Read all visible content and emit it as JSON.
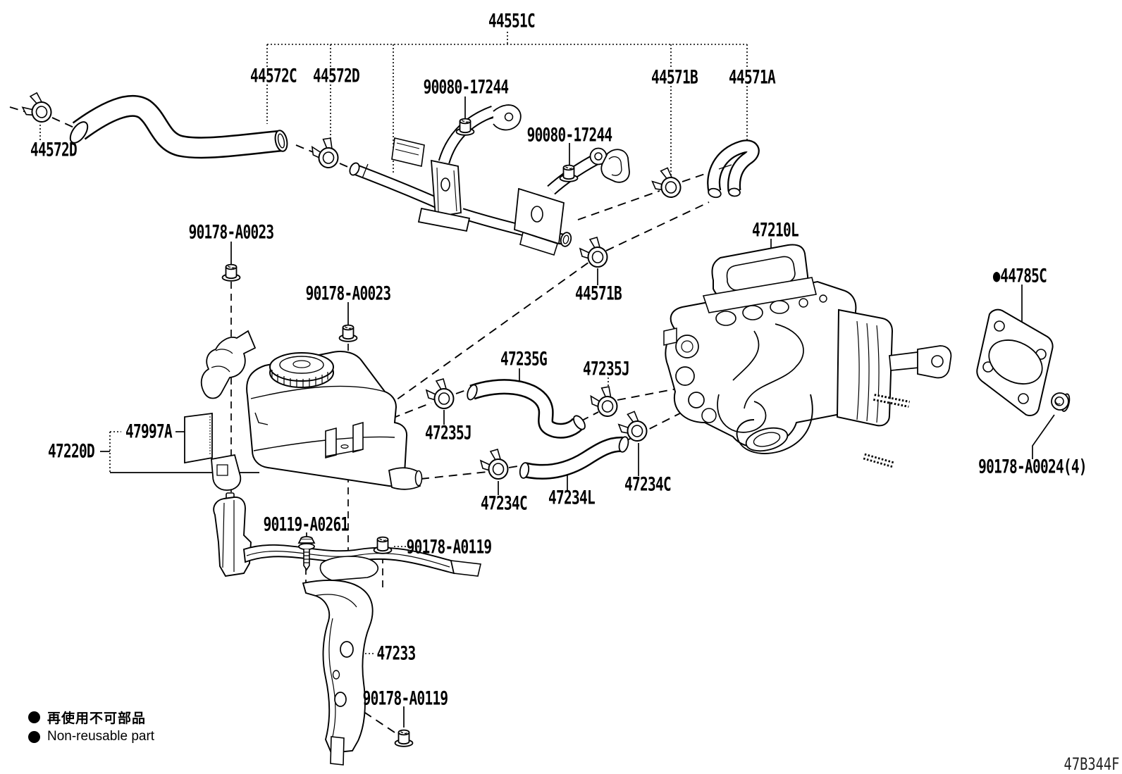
{
  "figure": {
    "code": "47B344F"
  },
  "icons": {
    "non_reusable_bullet": "●"
  },
  "legend": {
    "jp": "再使用不可部品",
    "en": "Non-reusable part"
  },
  "parts": {
    "p44551C": "44551C",
    "p44572C": "44572C",
    "p44572D_top": "44572D",
    "p44572D_left": "44572D",
    "p90080_17244_a": "90080-17244",
    "p90080_17244_b": "90080-17244",
    "p44571B_top": "44571B",
    "p44571A": "44571A",
    "p44571B_mid": "44571B",
    "p90178_A0023_a": "90178-A0023",
    "p90178_A0023_b": "90178-A0023",
    "p47210L": "47210L",
    "p44785C": "44785C",
    "p47235G": "47235G",
    "p47235J_left": "47235J",
    "p47235J_right": "47235J",
    "p47997A": "47997A",
    "p47220D": "47220D",
    "p47234C_left": "47234C",
    "p47234L": "47234L",
    "p47234C_right": "47234C",
    "p90178_A0024": "90178-A0024(4)",
    "p90119_A0261": "90119-A0261",
    "p90178_A0119_upper": "90178-A0119",
    "p47233": "47233",
    "p90178_A0119_lower": "90178-A0119"
  }
}
